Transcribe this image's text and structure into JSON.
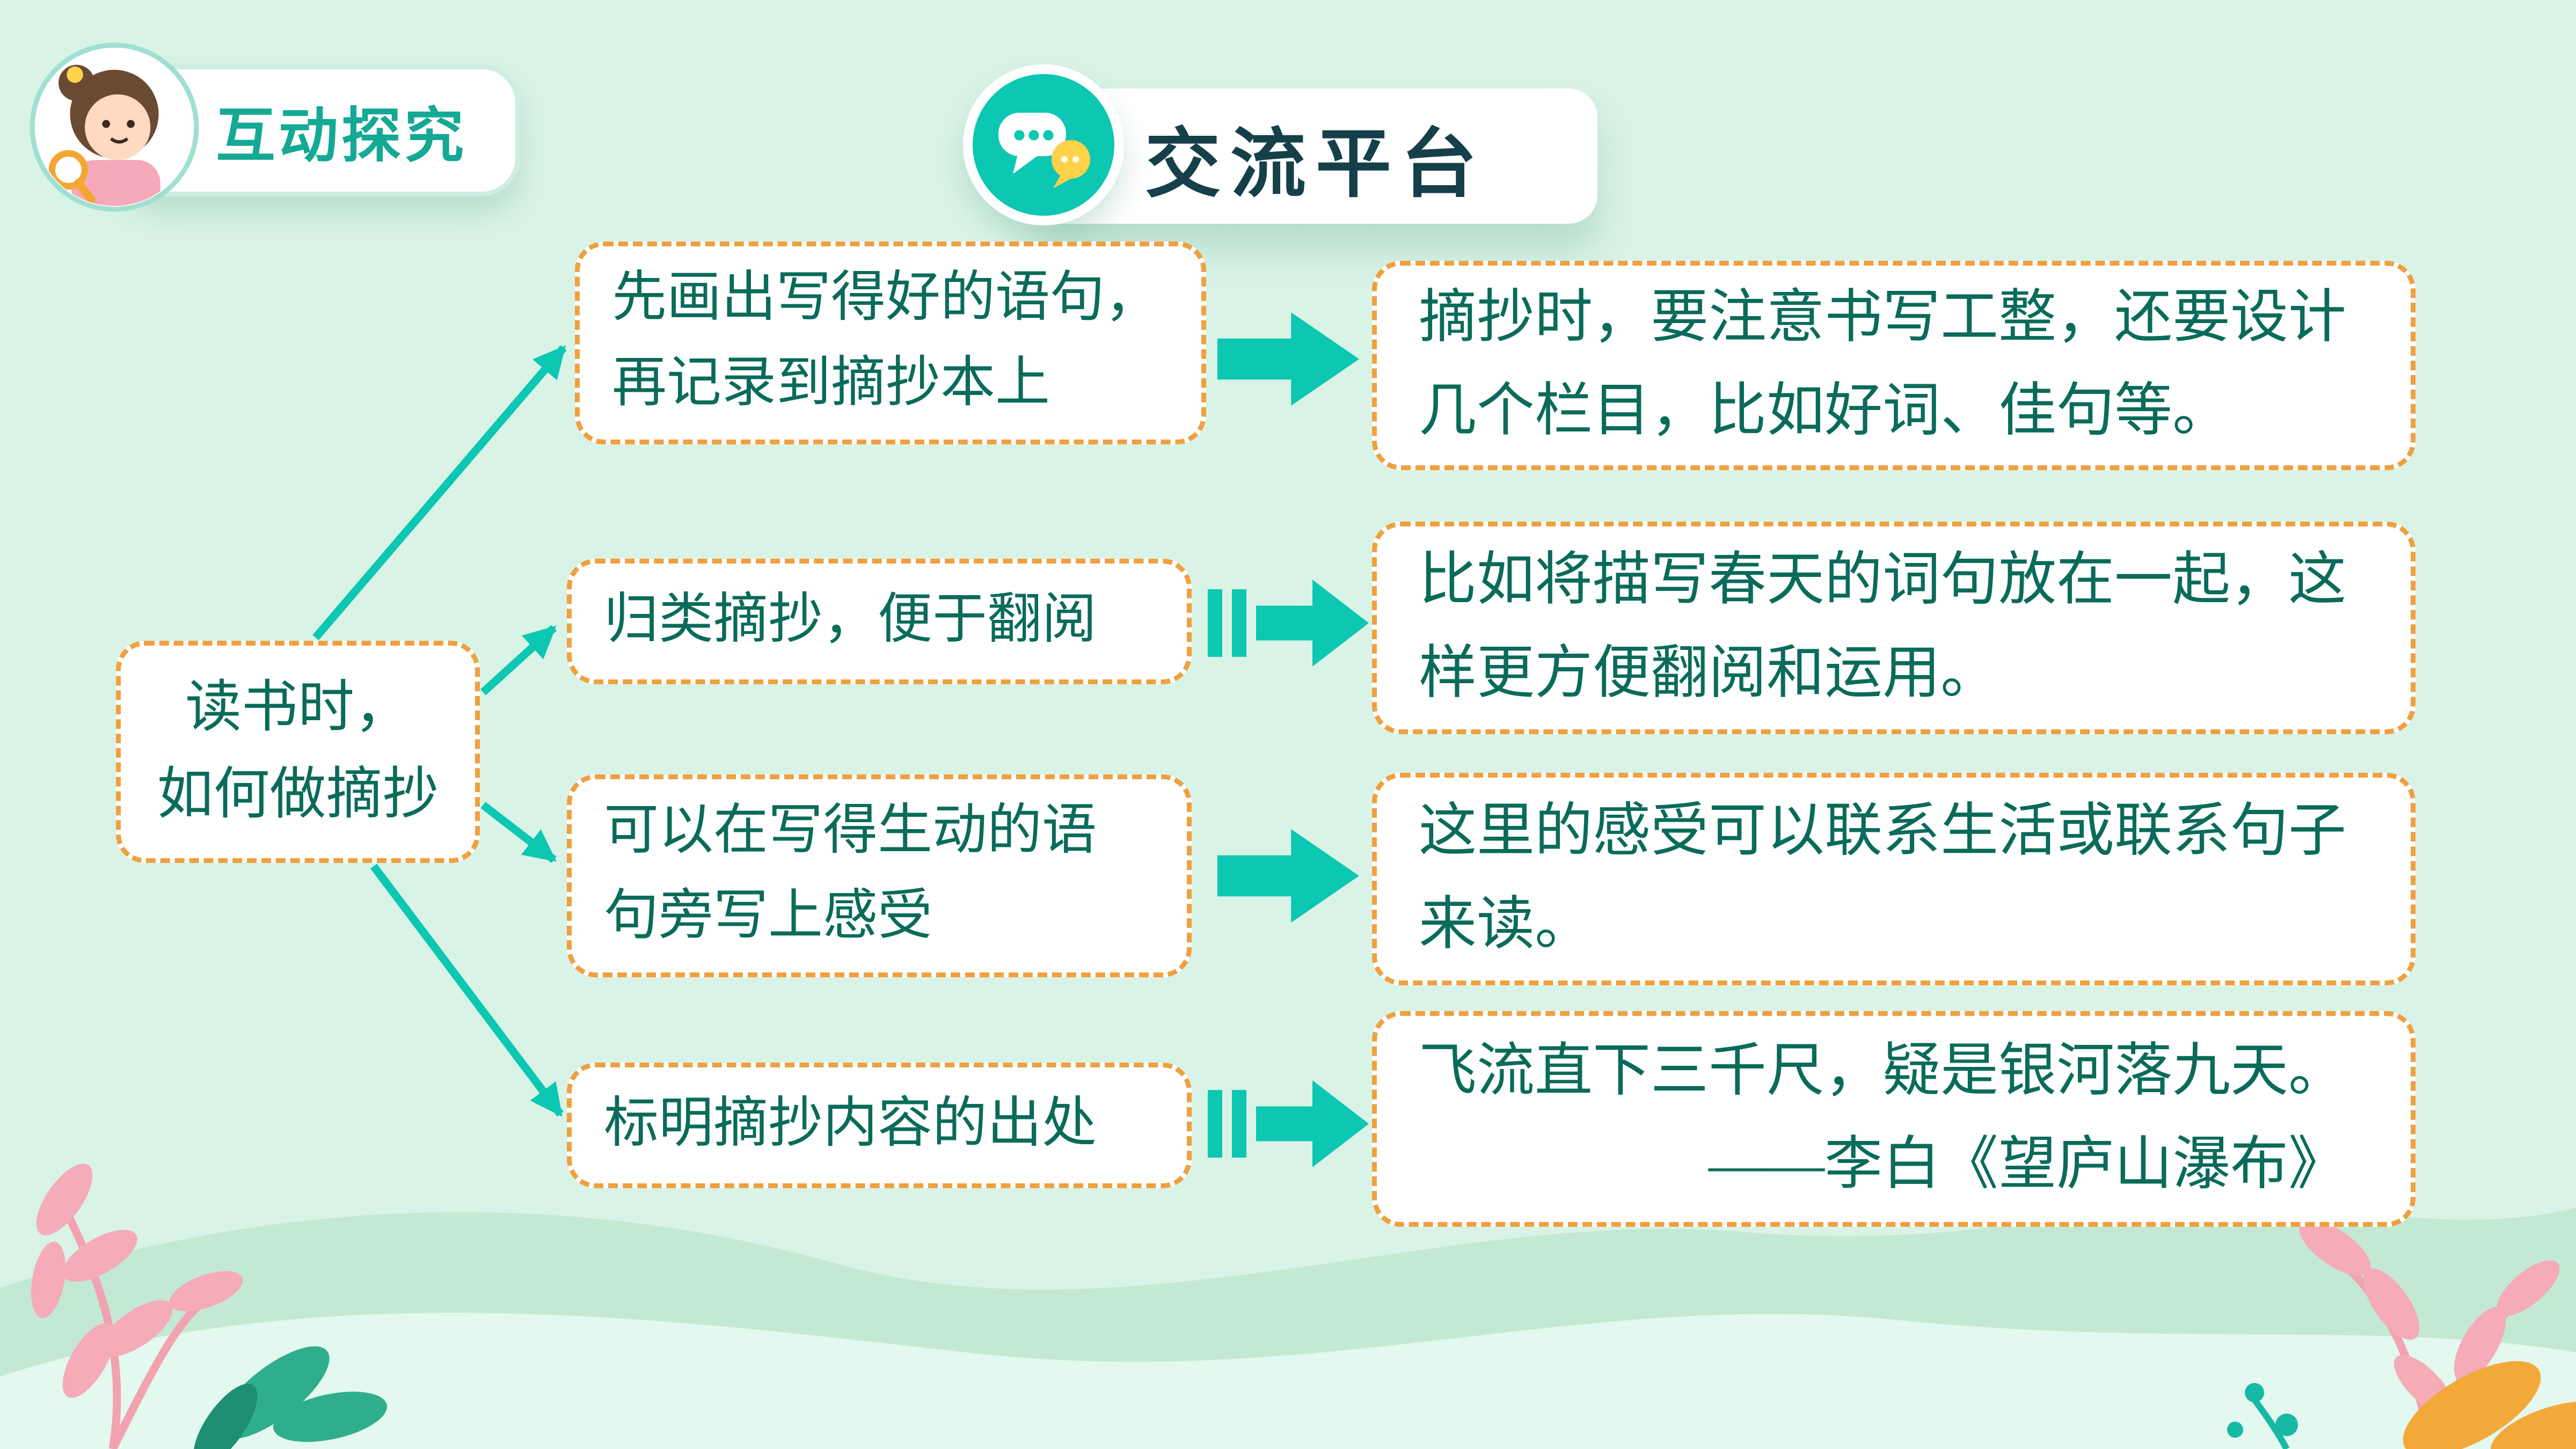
{
  "colors": {
    "background": "#d9f3e6",
    "accent_teal": "#0cc7b2",
    "dashed_border_orange": "#f0a03f",
    "box_text_green": "#0a6b5a",
    "title_text": "#15404a",
    "badge_text_teal": "#14a995"
  },
  "header": {
    "badge_label": "互动探究",
    "title": "交流平台"
  },
  "icons": {
    "avatar": "girl-with-magnifier-avatar",
    "title_icon": "chat-bubbles-icon"
  },
  "mindmap": {
    "root_lines": [
      "读书时，",
      "如何做摘抄"
    ],
    "branches": [
      {
        "label_lines": [
          "先画出写得好的语句，",
          "再记录到摘抄本上"
        ],
        "arrow_style": "solid",
        "detail_lines": [
          "摘抄时，要注意书写工整，还要设计",
          "几个栏目，比如好词、佳句等。"
        ]
      },
      {
        "label_lines": [
          "归类摘抄，便于翻阅"
        ],
        "arrow_style": "striped",
        "detail_lines": [
          "比如将描写春天的词句放在一起，这",
          "样更方便翻阅和运用。"
        ]
      },
      {
        "label_lines": [
          "可以在写得生动的语",
          "句旁写上感受"
        ],
        "arrow_style": "solid",
        "detail_lines": [
          "这里的感受可以联系生活或联系句子",
          "来读。"
        ]
      },
      {
        "label_lines": [
          "标明摘抄内容的出处"
        ],
        "arrow_style": "striped",
        "detail_lines": [
          "飞流直下三千尺，疑是银河落九天。",
          "——李白《望庐山瀑布》"
        ]
      }
    ]
  }
}
